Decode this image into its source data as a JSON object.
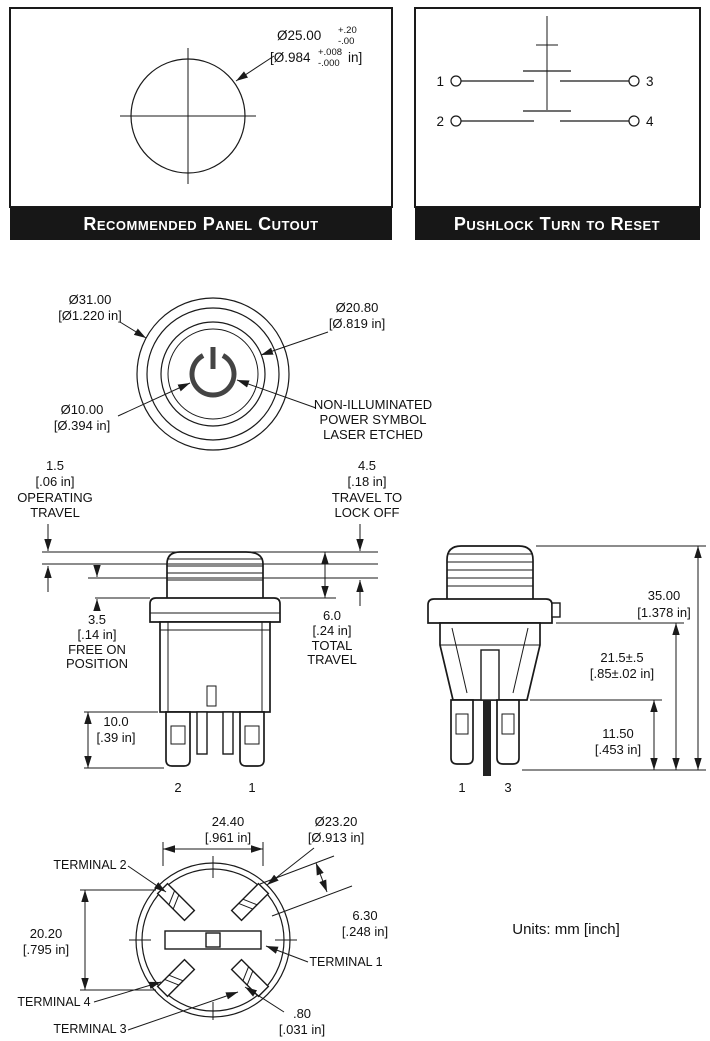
{
  "panel_cutout": {
    "title": "Recommended Panel Cutout",
    "dia_mm": "Ø25.00",
    "tol_mm_plus": "+.20",
    "tol_mm_minus": "-.00",
    "dia_in": "[Ø.984",
    "tol_in_plus": "+.008",
    "tol_in_minus": "-.000",
    "in_suffix": "in]"
  },
  "schematic": {
    "title": "Pushlock Turn to Reset",
    "t1": "1",
    "t2": "2",
    "t3": "3",
    "t4": "4"
  },
  "front_view": {
    "outer_mm": "Ø31.00",
    "outer_in": "[Ø1.220 in]",
    "ring_mm": "Ø20.80",
    "ring_in": "[Ø.819 in]",
    "symbol_mm": "Ø10.00",
    "symbol_in": "[Ø.394 in]",
    "note1": "NON-ILLUMINATED",
    "note2": "POWER SYMBOL",
    "note3": "LASER ETCHED"
  },
  "side_view": {
    "op_mm": "1.5",
    "op_in": "[.06 in]",
    "op_l1": "OPERATING",
    "op_l2": "TRAVEL",
    "lock_mm": "4.5",
    "lock_in": "[.18 in]",
    "lock_l1": "TRAVEL TO",
    "lock_l2": "LOCK OFF",
    "free_mm": "3.5",
    "free_in": "[.14 in]",
    "free_l1": "FREE ON",
    "free_l2": "POSITION",
    "total_mm": "6.0",
    "total_in": "[.24 in]",
    "total_l1": "TOTAL",
    "total_l2": "TRAVEL",
    "tab_mm": "10.0",
    "tab_in": "[.39 in]",
    "height_mm": "35.00",
    "height_in": "[1.378 in]",
    "behind_mm": "21.5±.5",
    "behind_in": "[.85±.02 in]",
    "lower_mm": "11.50",
    "lower_in": "[.453 in]",
    "left_t1": "2",
    "left_t2": "1",
    "right_t1": "1",
    "right_t2": "3"
  },
  "bottom_view": {
    "span_mm": "24.40",
    "span_in": "[.961 in]",
    "dia_mm": "Ø23.20",
    "dia_in": "[Ø.913 in]",
    "height_mm": "20.20",
    "height_in": "[.795 in]",
    "term_len_mm": "6.30",
    "term_len_in": "[.248 in]",
    "thick_mm": ".80",
    "thick_in": "[.031 in]",
    "terminal1": "TERMINAL 1",
    "terminal2": "TERMINAL 2",
    "terminal3": "TERMINAL 3",
    "terminal4": "TERMINAL 4"
  },
  "units_note": "Units: mm [inch]"
}
